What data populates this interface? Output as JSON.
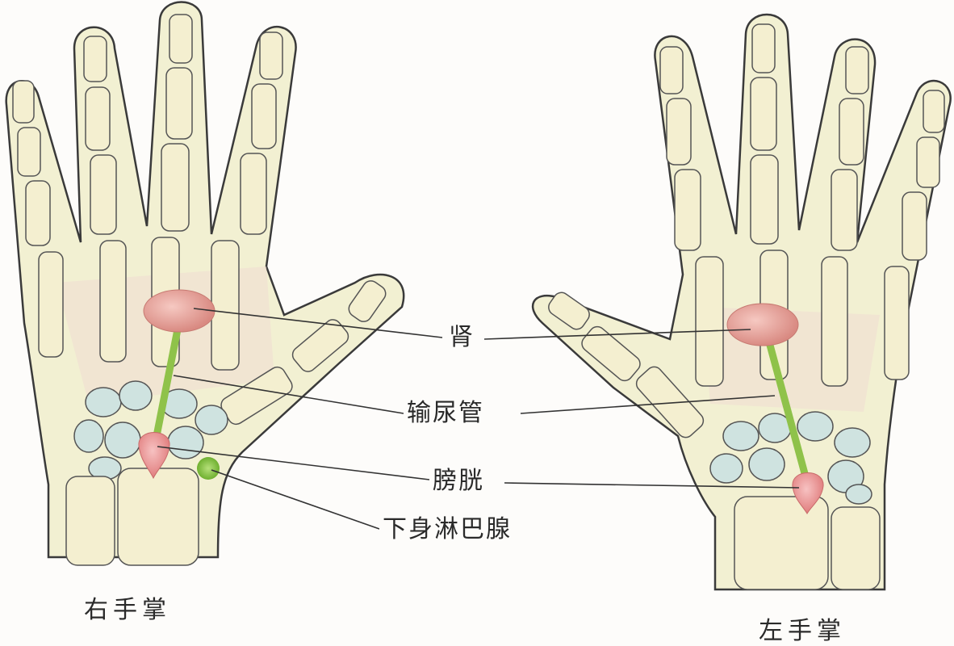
{
  "labels": {
    "kidney": "肾",
    "ureter": "输尿管",
    "bladder": "膀胱",
    "lymph": "下身淋巴腺"
  },
  "captions": {
    "right_palm": "右手掌",
    "left_palm": "左手掌"
  },
  "colors": {
    "skin": "#f2f0d2",
    "skin_outline": "#3a3a3a",
    "bone": "#f4efd0",
    "carpal": "#cfe3e0",
    "kidney": "#e8a8a0",
    "ureter": "#8fc24a",
    "bladder": "#e98c8c",
    "lymph": "#7cc23e",
    "line": "#333333"
  }
}
